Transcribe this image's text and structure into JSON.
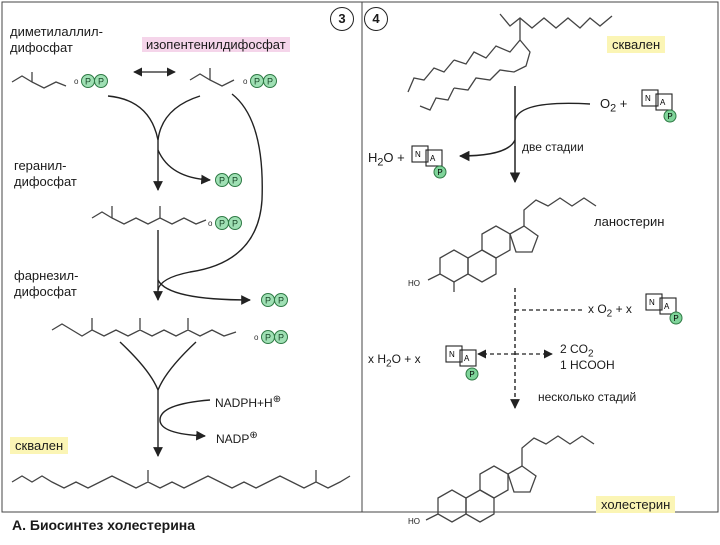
{
  "panel3": {
    "step": "3",
    "dmapp": [
      "диметилаллил-",
      "дифосфат"
    ],
    "ipp": "изопентенилдифосфат",
    "gpp": [
      "геранил-",
      "дифосфат"
    ],
    "fpp": [
      "фарнезил-",
      "дифосфат"
    ],
    "nadph": "NADPH+H",
    "nadph_charge": "⊕",
    "nadp": "NADP",
    "nadp_charge": "⊕",
    "squalene": "сквален",
    "phosphate": "P",
    "oxygen_link": "o"
  },
  "panel4": {
    "step": "4",
    "squalene": "сквален",
    "o2": "O",
    "o2_sub": "2",
    "plus": "+",
    "two_steps": "две стадии",
    "h2o_left": "H",
    "h2o_sub": "2",
    "h2o_right": "O",
    "lanosterol": "ланостерин",
    "ho": "HO",
    "x_o2": "x O",
    "x_o2_sub": "2",
    "plus_x": "+ x",
    "x_h2o": "x H",
    "x_h2o_sub": "2",
    "x_h2o_o": "O + x",
    "co2": "2 CO",
    "co2_sub": "2",
    "hcooh": "1 HCOOH",
    "several_steps": "несколько стадий",
    "cholesterol": "холестерин",
    "cofactor_letters": [
      "N",
      "A",
      "P"
    ]
  },
  "caption": "А. Биосинтез холестерина",
  "colors": {
    "phosphate_fill": "#9fe0b4",
    "phosphate_stroke": "#2f7a45",
    "highlight_yellow": "#fbf5b5",
    "highlight_pink": "#f5d5ea",
    "line": "#333333",
    "cofactor_green": "#7fd49a"
  }
}
